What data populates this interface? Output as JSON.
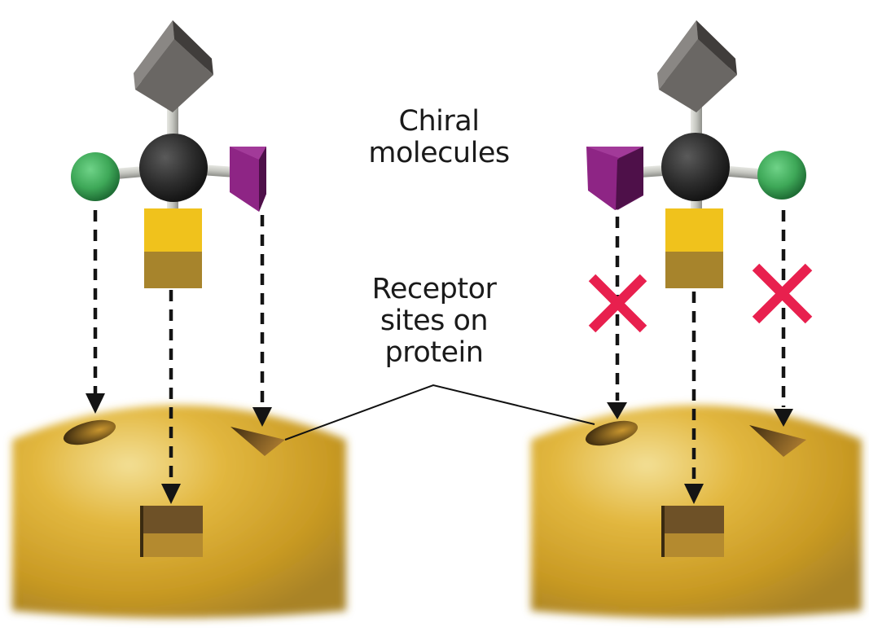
{
  "labels": {
    "chiral_molecules": [
      "Chiral",
      "molecules"
    ],
    "receptor_sites": [
      "Receptor",
      "sites on",
      "protein"
    ]
  },
  "colors": {
    "carbon": "#2e2e2e",
    "bond": "#c8c9c4",
    "green_sphere": "#3ea858",
    "purple_prism": "#8e2585",
    "yellow_cube_top": "#f0c21c",
    "yellow_cube_bottom": "#a7842c",
    "gray_cube": "#6f6c69",
    "protein": "#d9a92c",
    "protein_light": "#f2dc8c",
    "reject_x": "#e8204e",
    "arrow": "#141414"
  },
  "molecules": [
    {
      "side": "left",
      "substituents": {
        "left": "green-sphere",
        "right": "purple-prism",
        "top": "gray-cube",
        "bottom": "yellow-cube"
      },
      "fits": {
        "green-sphere": true,
        "yellow-cube": true,
        "purple-prism": true
      }
    },
    {
      "side": "right",
      "substituents": {
        "left": "purple-prism",
        "right": "green-sphere",
        "top": "gray-cube",
        "bottom": "yellow-cube"
      },
      "fits": {
        "purple-prism": false,
        "yellow-cube": true,
        "green-sphere": false
      }
    }
  ],
  "receptor_sites": [
    "oval",
    "square",
    "triangle"
  ]
}
